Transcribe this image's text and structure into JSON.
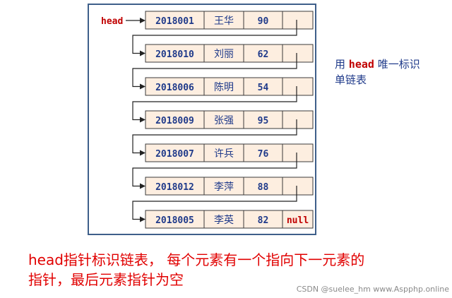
{
  "head_label": "head",
  "nodes": [
    {
      "id": "2018001",
      "name": "王华",
      "score": "90",
      "next": ""
    },
    {
      "id": "2018010",
      "name": "刘丽",
      "score": "62",
      "next": ""
    },
    {
      "id": "2018006",
      "name": "陈明",
      "score": "54",
      "next": ""
    },
    {
      "id": "2018009",
      "name": "张强",
      "score": "95",
      "next": ""
    },
    {
      "id": "2018007",
      "name": "许兵",
      "score": "76",
      "next": ""
    },
    {
      "id": "2018012",
      "name": "李萍",
      "score": "88",
      "next": ""
    },
    {
      "id": "2018005",
      "name": "李英",
      "score": "82",
      "next": "null"
    }
  ],
  "side_note": {
    "line1_prefix": "用",
    "line1_keyword": "head",
    "line1_suffix": "唯一标识",
    "line2": "单链表"
  },
  "caption": {
    "line1": "head指针标识链表， 每个元素有一个指向下一元素的",
    "line2": "指针，最后元素指针为空"
  },
  "watermark": "CSDN @suelee_hm www.Aspphp.online",
  "colors": {
    "cell_fill": "#fdeee0",
    "frame": "#3e5f8a",
    "text_blue": "#1f3a8a",
    "text_red": "#c00000",
    "caption_red": "#e10000"
  }
}
